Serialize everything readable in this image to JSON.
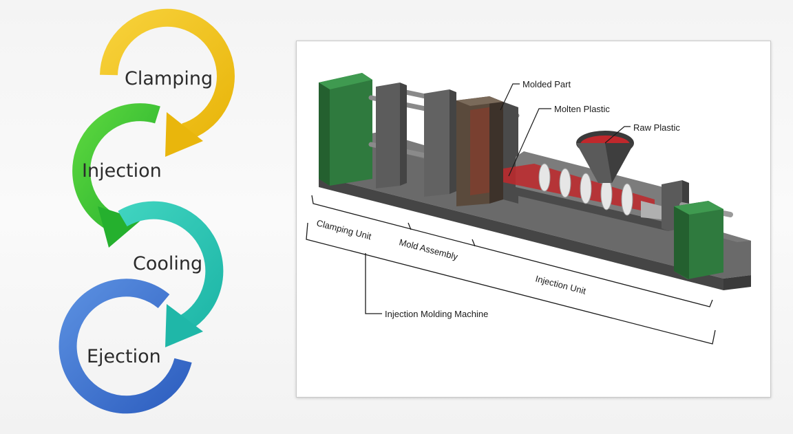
{
  "process_steps": [
    {
      "label": "Clamping",
      "color": "#f2c21a"
    },
    {
      "label": "Injection",
      "color": "#3cc430"
    },
    {
      "label": "Cooling",
      "color": "#27c4b2"
    },
    {
      "label": "Ejection",
      "color": "#3f74cf"
    }
  ],
  "machine_diagram": {
    "callouts": {
      "molded_part": "Molded Part",
      "molten_plastic": "Molten Plastic",
      "raw_plastic": "Raw Plastic"
    },
    "sections": {
      "clamping_unit": "Clamping Unit",
      "mold_assembly": "Mold Assembly",
      "injection_unit": "Injection Unit"
    },
    "machine_name": "Injection Molding Machine",
    "colors": {
      "housing": "#2f7a3e",
      "frame": "#5a5a5a",
      "plastic": "#c0282c"
    }
  }
}
